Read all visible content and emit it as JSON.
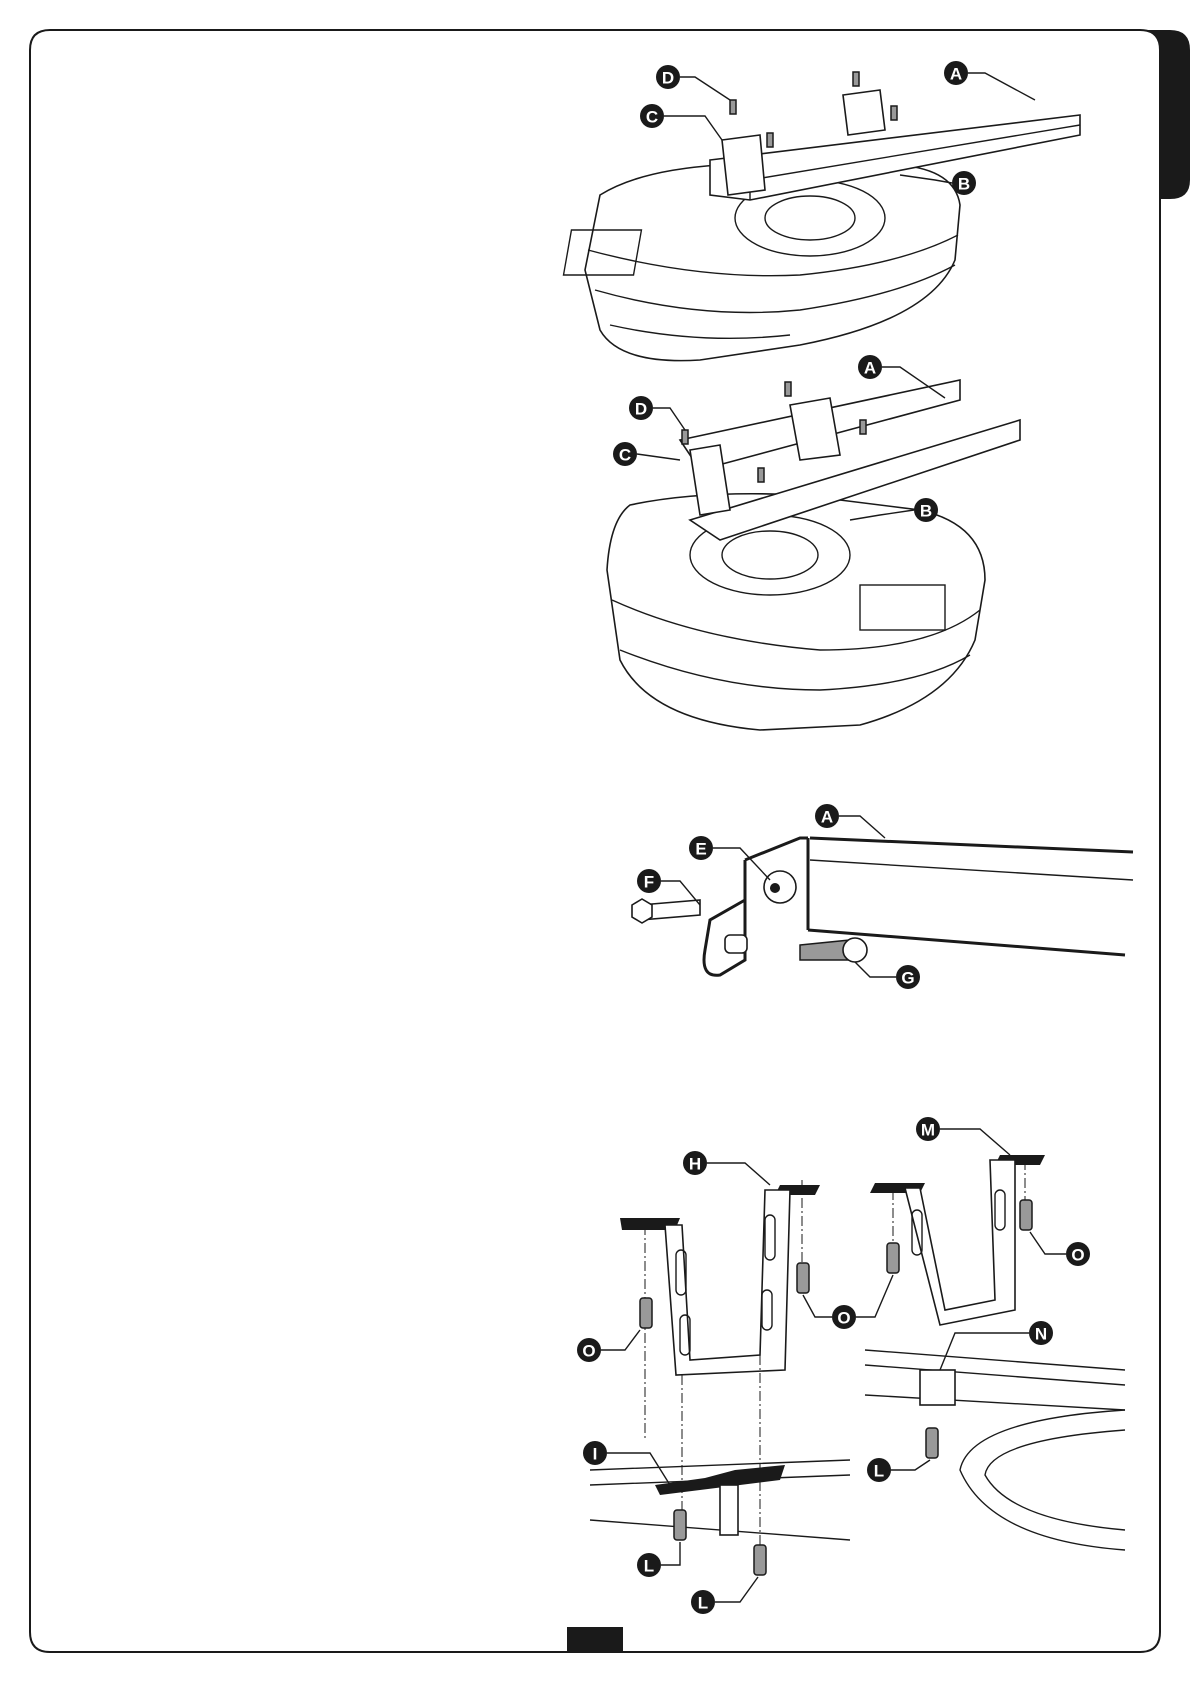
{
  "page": {
    "frame_color": "#1a1a1a",
    "page_number": ""
  },
  "figures": [
    {
      "name": "motor-rail-mount-view-1",
      "callouts": [
        "D",
        "C",
        "A",
        "B"
      ]
    },
    {
      "name": "motor-rail-mount-view-2",
      "callouts": [
        "A",
        "D",
        "C",
        "B"
      ]
    },
    {
      "name": "rail-end-bracket",
      "callouts": [
        "A",
        "E",
        "F",
        "G"
      ]
    },
    {
      "name": "ceiling-bracket-assembly",
      "callouts": [
        "H",
        "M",
        "O",
        "O",
        "O",
        "N",
        "I",
        "L",
        "L",
        "L"
      ]
    }
  ]
}
